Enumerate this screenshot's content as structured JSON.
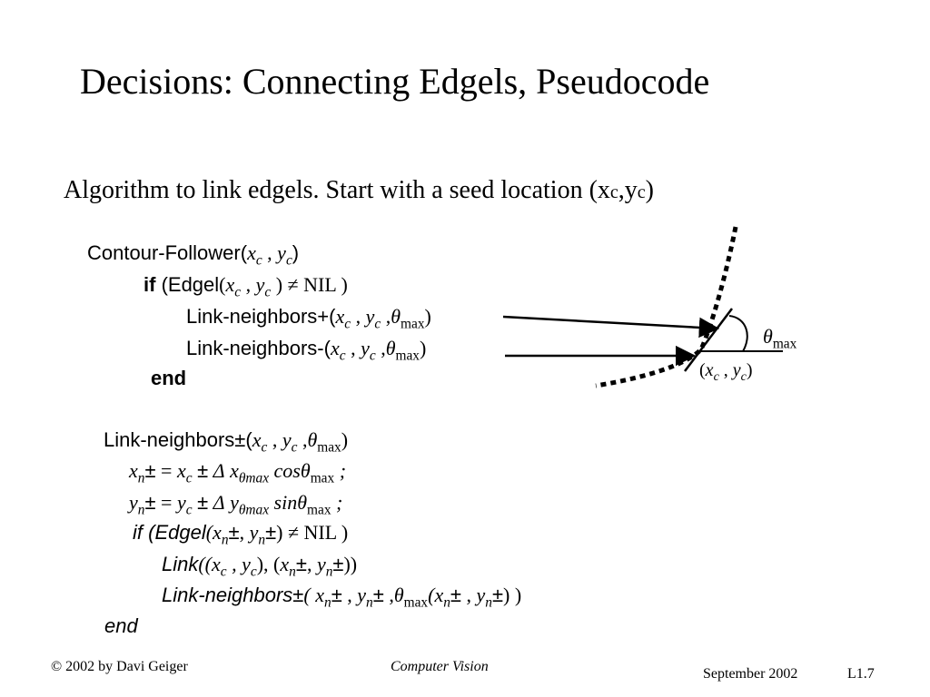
{
  "slide": {
    "title": "Decisions: Connecting Edgels, Pseudocode",
    "intro_text": "Algorithm to link edgels. Start with a seed location (x",
    "intro_sub_c1": "c",
    "intro_mid": ",y",
    "intro_sub_c2": "c",
    "intro_close": ")"
  },
  "symbols": {
    "x": "x",
    "y": "y",
    "c": "c",
    "n": "n",
    "theta": "θ",
    "max": "max",
    "neq": "≠",
    "nil": "NIL",
    "pm": "±",
    "Delta": "Δ",
    "theta_max_sub": "θmax",
    "cos": "cos",
    "sin": "sin",
    "comma": " , ",
    "open_paren": "(",
    "close_paren": ")",
    "eq": " = ",
    "semicolon": " ;"
  },
  "pseudocode": {
    "contour_follower": "Contour-Follower(",
    "if_kw": "if",
    "edgel_open": " (Edgel",
    "link_plus": "Link-neighbors+(",
    "link_minus": "Link-neighbors-(",
    "end_kw": "end"
  },
  "procedure": {
    "header": "Link-neighbors±(",
    "if_edgel": "if (Edgel",
    "link_kw": "Link",
    "link_neighbors_kw": "Link-neighbors±",
    "end_kw": "end"
  },
  "diagram": {
    "theta_label": "θ",
    "theta_sub": "max"
  },
  "footer": {
    "copyright": "© 2002 by Davi Geiger",
    "course": "Computer Vision",
    "date": "September 2002",
    "slide_id": "L1.7"
  }
}
